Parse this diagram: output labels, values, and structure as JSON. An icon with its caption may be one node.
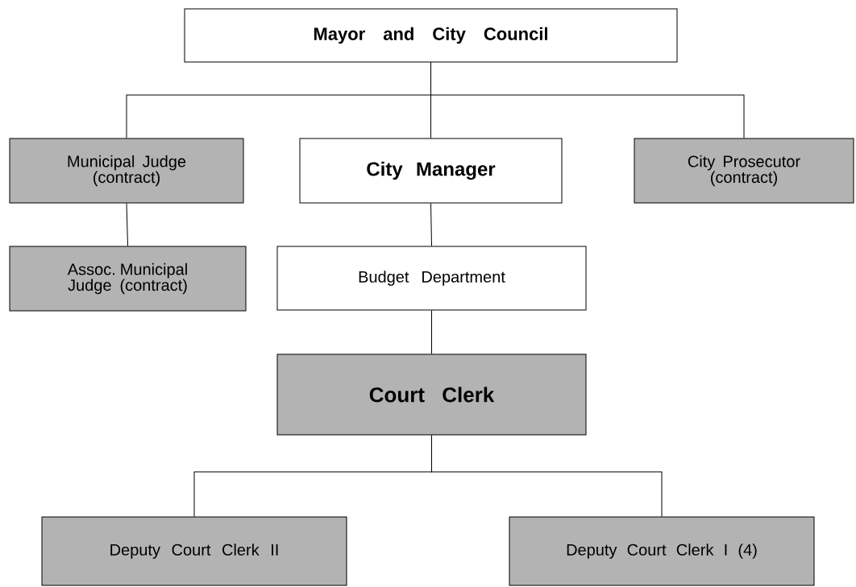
{
  "diagram": {
    "nodes": [
      {
        "text": [
          "Mayor and City Council"
        ]
      },
      {
        "text": [
          "Municipal Judge (contract)"
        ]
      },
      {
        "text": [
          "City Manager"
        ]
      },
      {
        "text": [
          "City Prosecutor (contract)"
        ]
      },
      {
        "text": [
          "Assoc. Municipal Judge (contract)"
        ]
      },
      {
        "text": [
          "Budget Department"
        ]
      },
      {
        "text": [
          "Court Clerk"
        ]
      },
      {
        "text": [
          "Deputy Court Clerk II"
        ]
      },
      {
        "text": [
          "Deputy Court Clerk I (4)"
        ]
      }
    ],
    "edges": [
      {
        "from": 0,
        "to": 1,
        "arrow": "none"
      },
      {
        "from": 0,
        "to": 2,
        "arrow": "none"
      },
      {
        "from": 0,
        "to": 3,
        "arrow": "none"
      },
      {
        "from": 1,
        "to": 4,
        "arrow": "none"
      },
      {
        "from": 2,
        "to": 5,
        "arrow": "none"
      },
      {
        "from": 5,
        "to": 6,
        "arrow": "none"
      },
      {
        "from": 6,
        "to": 7,
        "arrow": "none"
      },
      {
        "from": 6,
        "to": 8,
        "arrow": "none"
      }
    ]
  }
}
